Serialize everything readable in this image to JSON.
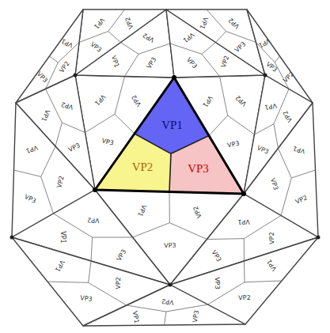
{
  "diagram": {
    "nodes": [
      {
        "text": [
          "VP1"
        ]
      },
      {
        "text": [
          "VP2"
        ]
      },
      {
        "text": [
          "VP3"
        ]
      }
    ],
    "labels": [
      "VP1",
      "VP2",
      "VP3",
      "VP1",
      "VP2",
      "VP3",
      "VP1",
      "VP2",
      "VP3",
      "VP1",
      "VP2",
      "VP3",
      "VP1",
      "VP2",
      "VP3",
      "VP1",
      "VP2",
      "VP3",
      "VP1",
      "VP2",
      "VP3",
      "VP1",
      "VP2",
      "VP3",
      "VP1",
      "VP2",
      "VP3",
      "VP1",
      "VP2",
      "VP3",
      "VP1",
      "VP2",
      "VP3",
      "VP1",
      "VP2",
      "VP3",
      "VP1",
      "VP2",
      "VP3",
      "VP1",
      "VP2",
      "VP3",
      "VP1",
      "VP2",
      "VP3",
      "VP1",
      "VP2",
      "VP3",
      "VP1",
      "VP2",
      "VP3",
      "VP1",
      "VP2",
      "VP3"
    ]
  }
}
